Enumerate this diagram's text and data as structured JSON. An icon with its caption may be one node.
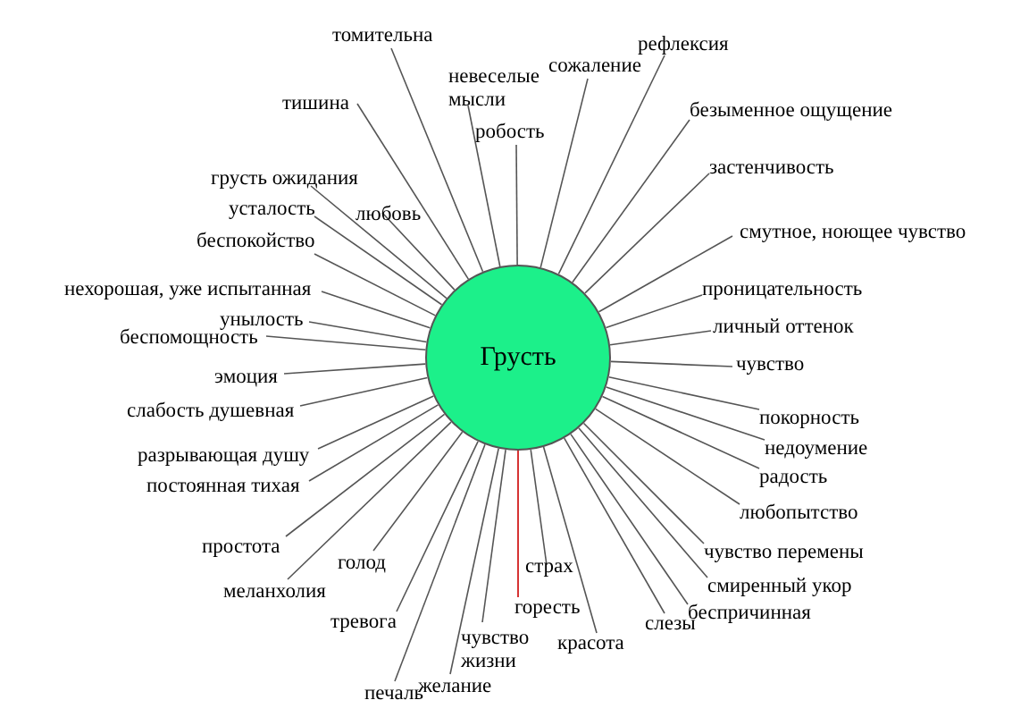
{
  "diagram": {
    "nodes": [
      {
        "text": [
          "Грусть"
        ]
      },
      {
        "text": [
          "томительна"
        ]
      },
      {
        "text": [
          "невеселые мысли"
        ]
      },
      {
        "text": [
          "робость"
        ]
      },
      {
        "text": [
          "сожаление"
        ]
      },
      {
        "text": [
          "рефлексия"
        ]
      },
      {
        "text": [
          "безыменное ощущение"
        ]
      },
      {
        "text": [
          "застенчивость"
        ]
      },
      {
        "text": [
          "смутное, ноющее чувство"
        ]
      },
      {
        "text": [
          "проницательность"
        ]
      },
      {
        "text": [
          "личный оттенок"
        ]
      },
      {
        "text": [
          "чувство"
        ]
      },
      {
        "text": [
          "покорность"
        ]
      },
      {
        "text": [
          "недоумение"
        ]
      },
      {
        "text": [
          "радость"
        ]
      },
      {
        "text": [
          "любопытство"
        ]
      },
      {
        "text": [
          "чувство перемены"
        ]
      },
      {
        "text": [
          "смиренный укор"
        ]
      },
      {
        "text": [
          "беспричинная"
        ]
      },
      {
        "text": [
          "слезы"
        ]
      },
      {
        "text": [
          "красота"
        ]
      },
      {
        "text": [
          "страх"
        ]
      },
      {
        "text": [
          "горесть"
        ]
      },
      {
        "text": [
          "чувство жизни"
        ]
      },
      {
        "text": [
          "желание"
        ]
      },
      {
        "text": [
          "печаль"
        ]
      },
      {
        "text": [
          "тревога"
        ]
      },
      {
        "text": [
          "меланхолия"
        ]
      },
      {
        "text": [
          "голод"
        ]
      },
      {
        "text": [
          "простота"
        ]
      },
      {
        "text": [
          "постоянная тихая"
        ]
      },
      {
        "text": [
          "разрывающая душу"
        ]
      },
      {
        "text": [
          "слабость душевная"
        ]
      },
      {
        "text": [
          "эмоция"
        ]
      },
      {
        "text": [
          "беспомощность"
        ]
      },
      {
        "text": [
          "унылость"
        ]
      },
      {
        "text": [
          "нехорошая, уже испытанная"
        ]
      },
      {
        "text": [
          "беспокойство"
        ]
      },
      {
        "text": [
          "усталость"
        ]
      },
      {
        "text": [
          "грусть  ожидания"
        ]
      },
      {
        "text": [
          "любовь"
        ]
      },
      {
        "text": [
          "тишина"
        ]
      }
    ],
    "edges": [
      {
        "from": 0,
        "to": 1,
        "arrow": "none"
      },
      {
        "from": 0,
        "to": 2,
        "arrow": "none"
      },
      {
        "from": 0,
        "to": 3,
        "arrow": "none"
      },
      {
        "from": 0,
        "to": 4,
        "arrow": "none"
      },
      {
        "from": 0,
        "to": 5,
        "arrow": "none"
      },
      {
        "from": 0,
        "to": 6,
        "arrow": "none"
      },
      {
        "from": 0,
        "to": 7,
        "arrow": "none"
      },
      {
        "from": 0,
        "to": 8,
        "arrow": "none"
      },
      {
        "from": 0,
        "to": 9,
        "arrow": "none"
      },
      {
        "from": 0,
        "to": 10,
        "arrow": "none"
      },
      {
        "from": 0,
        "to": 11,
        "arrow": "none"
      },
      {
        "from": 0,
        "to": 12,
        "arrow": "none"
      },
      {
        "from": 0,
        "to": 13,
        "arrow": "none"
      },
      {
        "from": 0,
        "to": 14,
        "arrow": "none"
      },
      {
        "from": 0,
        "to": 15,
        "arrow": "none"
      },
      {
        "from": 0,
        "to": 16,
        "arrow": "none"
      },
      {
        "from": 0,
        "to": 17,
        "arrow": "none"
      },
      {
        "from": 0,
        "to": 18,
        "arrow": "none"
      },
      {
        "from": 0,
        "to": 19,
        "arrow": "none"
      },
      {
        "from": 0,
        "to": 20,
        "arrow": "none"
      },
      {
        "from": 0,
        "to": 21,
        "arrow": "none"
      },
      {
        "from": 0,
        "to": 22,
        "arrow": "none",
        "color": "#cc0000"
      },
      {
        "from": 0,
        "to": 23,
        "arrow": "none"
      },
      {
        "from": 0,
        "to": 24,
        "arrow": "none"
      },
      {
        "from": 0,
        "to": 25,
        "arrow": "none"
      },
      {
        "from": 0,
        "to": 26,
        "arrow": "none"
      },
      {
        "from": 0,
        "to": 27,
        "arrow": "none"
      },
      {
        "from": 0,
        "to": 28,
        "arrow": "none"
      },
      {
        "from": 0,
        "to": 29,
        "arrow": "none"
      },
      {
        "from": 0,
        "to": 30,
        "arrow": "none"
      },
      {
        "from": 0,
        "to": 31,
        "arrow": "none"
      },
      {
        "from": 0,
        "to": 32,
        "arrow": "none"
      },
      {
        "from": 0,
        "to": 33,
        "arrow": "none"
      },
      {
        "from": 0,
        "to": 34,
        "arrow": "none"
      },
      {
        "from": 0,
        "to": 35,
        "arrow": "none"
      },
      {
        "from": 0,
        "to": 36,
        "arrow": "none"
      },
      {
        "from": 0,
        "to": 37,
        "arrow": "none"
      },
      {
        "from": 0,
        "to": 38,
        "arrow": "none"
      },
      {
        "from": 0,
        "to": 39,
        "arrow": "none"
      },
      {
        "from": 0,
        "to": 40,
        "arrow": "none"
      },
      {
        "from": 0,
        "to": 41,
        "arrow": "none"
      }
    ]
  }
}
